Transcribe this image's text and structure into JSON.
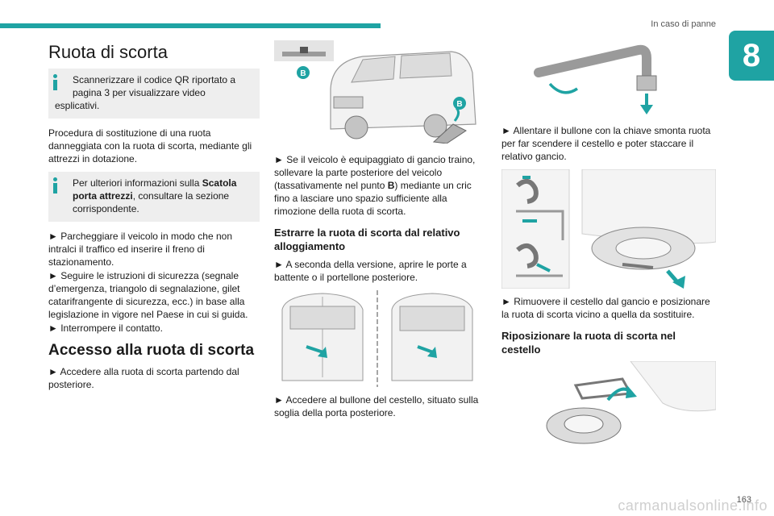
{
  "header": {
    "section_title": "In caso di panne",
    "chapter_number": "8",
    "page_number": "163"
  },
  "watermark": "carmanualsonline.info",
  "col1": {
    "title": "Ruota di scorta",
    "info1_line1": "Scannerizzare il codice QR riportato a",
    "info1_line2": "pagina 3 per visualizzare video",
    "info1_line3": "esplicativi.",
    "intro": "Procedura di sostituzione di una ruota danneggiata con la ruota di scorta, mediante gli attrezzi in dotazione.",
    "info2_pre": "Per ulteriori informazioni sulla ",
    "info2_bold": "Scatola porta attrezzi",
    "info2_post": ", consultare la sezione corrispondente.",
    "steps": [
      "► Parcheggiare il veicolo in modo che non intralci il traffico ed inserire il freno di stazionamento.",
      "► Seguire le istruzioni di sicurezza (segnale d’emergenza, triangolo di segnalazione, gilet catarifrangente di sicurezza, ecc.) in base alla legislazione in vigore nel Paese in cui si guida.",
      "► Interrompere il contatto."
    ],
    "section_heading": "Accesso alla ruota di scorta",
    "access_step": "► Accedere alla ruota di scorta partendo dal posteriore."
  },
  "col2": {
    "label_b1": "B",
    "label_b2": "B",
    "tow_pre": "► Se il veicolo è equipaggiato di gancio traino, sollevare la parte posteriore del veicolo (tassativamente nel punto ",
    "tow_bold": "B",
    "tow_post": ") mediante un cric fino a lasciare uno spazio sufficiente alla rimozione della ruota di scorta.",
    "subheading": "Estrarre la ruota di scorta dal relativo alloggiamento",
    "open_step": "► A seconda della versione, aprire le porte a battente o il portellone posteriore.",
    "bolt_step": "► Accedere al bullone del cestello, situato sulla soglia della porta posteriore."
  },
  "col3": {
    "loosen_step": "► Allentare il bullone con la chiave smonta ruota per far scendere il cestello e poter staccare il relativo gancio.",
    "remove_step": "► Rimuovere il cestello dal gancio e posizionare la ruota di scorta vicino a quella da sostituire.",
    "subheading": "Riposizionare la ruota di scorta nel cestello"
  },
  "colors": {
    "accent": "#1fa3a3",
    "info_bg": "#eeeeee"
  }
}
